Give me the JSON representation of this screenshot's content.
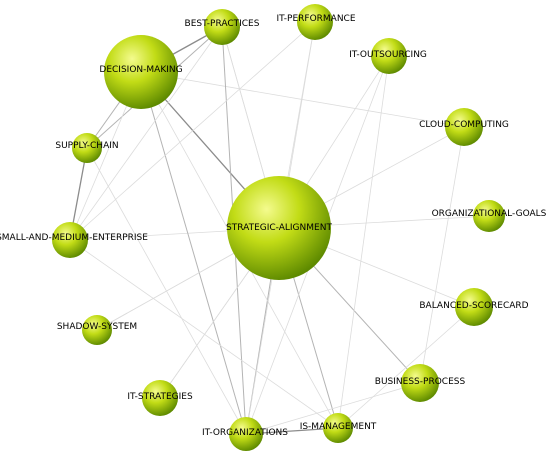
{
  "nodes": [
    {
      "id": "strategic",
      "label": "STRATEGIC-ALIGNMENT"
    },
    {
      "id": "decision",
      "label": "DECISION-MAKING"
    },
    {
      "id": "best",
      "label": "BEST-PRACTICES"
    },
    {
      "id": "perf",
      "label": "IT-PERFORMANCE"
    },
    {
      "id": "outsourcing",
      "label": "IT-OUTSOURCING"
    },
    {
      "id": "cloud",
      "label": "CLOUD-COMPUTING"
    },
    {
      "id": "orggoals",
      "label": "ORGANIZATIONAL-GOALS"
    },
    {
      "id": "bsc",
      "label": "BALANCED-SCORECARD"
    },
    {
      "id": "bp",
      "label": "BUSINESS-PROCESS"
    },
    {
      "id": "ism",
      "label": "IS-MANAGEMENT"
    },
    {
      "id": "itorg",
      "label": "IT-ORGANIZATIONS"
    },
    {
      "id": "itstrat",
      "label": "IT-STRATEGIES"
    },
    {
      "id": "shadow",
      "label": "SHADOW-SYSTEM"
    },
    {
      "id": "sme",
      "label": "SMALL-AND-MEDIUM-ENTERPRISE"
    },
    {
      "id": "supply",
      "label": "SUPPLY-CHAIN"
    }
  ],
  "edges": [
    {
      "source": "decision",
      "target": "strategic",
      "strength": "strong"
    },
    {
      "source": "decision",
      "target": "best",
      "strength": "strong"
    },
    {
      "source": "decision",
      "target": "supply",
      "strength": "medium"
    },
    {
      "source": "best",
      "target": "supply",
      "strength": "medium"
    },
    {
      "source": "supply",
      "target": "sme",
      "strength": "strong"
    },
    {
      "source": "itorg",
      "target": "ism",
      "strength": "strong"
    },
    {
      "source": "strategic",
      "target": "bp",
      "strength": "medium"
    },
    {
      "source": "strategic",
      "target": "itorg",
      "strength": "medium"
    },
    {
      "source": "strategic",
      "target": "ism",
      "strength": "medium"
    },
    {
      "source": "strategic",
      "target": "perf",
      "strength": "weak"
    },
    {
      "source": "strategic",
      "target": "outsourcing",
      "strength": "weak"
    },
    {
      "source": "strategic",
      "target": "cloud",
      "strength": "weak"
    },
    {
      "source": "strategic",
      "target": "orggoals",
      "strength": "weak"
    },
    {
      "source": "strategic",
      "target": "bsc",
      "strength": "weak"
    },
    {
      "source": "strategic",
      "target": "itstrat",
      "strength": "weak"
    },
    {
      "source": "strategic",
      "target": "sme",
      "strength": "weak"
    },
    {
      "source": "strategic",
      "target": "best",
      "strength": "weak"
    },
    {
      "source": "strategic",
      "target": "shadow",
      "strength": "weak"
    },
    {
      "source": "decision",
      "target": "itorg",
      "strength": "medium"
    },
    {
      "source": "decision",
      "target": "cloud",
      "strength": "weak"
    },
    {
      "source": "decision",
      "target": "ism",
      "strength": "weak"
    },
    {
      "source": "decision",
      "target": "sme",
      "strength": "weak"
    },
    {
      "source": "best",
      "target": "itorg",
      "strength": "medium"
    },
    {
      "source": "best",
      "target": "sme",
      "strength": "weak"
    },
    {
      "source": "best",
      "target": "strategic",
      "strength": "weak"
    },
    {
      "source": "perf",
      "target": "sme",
      "strength": "weak"
    },
    {
      "source": "perf",
      "target": "itorg",
      "strength": "weak"
    },
    {
      "source": "outsourcing",
      "target": "itorg",
      "strength": "weak"
    },
    {
      "source": "outsourcing",
      "target": "ism",
      "strength": "weak"
    },
    {
      "source": "cloud",
      "target": "bp",
      "strength": "weak"
    },
    {
      "source": "bsc",
      "target": "ism",
      "strength": "weak"
    },
    {
      "source": "itstrat",
      "target": "strategic",
      "strength": "weak"
    },
    {
      "source": "shadow",
      "target": "strategic",
      "strength": "weak"
    },
    {
      "source": "supply",
      "target": "itorg",
      "strength": "weak"
    },
    {
      "source": "sme",
      "target": "ism",
      "strength": "weak"
    },
    {
      "source": "itorg",
      "target": "bp",
      "strength": "weak"
    }
  ],
  "colors": {
    "node_highlight": "#f4fb8e",
    "node_mid": "#c2dc16",
    "node_dark": "#5e8a00",
    "edge_strong": "#8c8c8c",
    "edge_medium": "#b4b4b4",
    "edge_weak": "#dcdcdc"
  }
}
